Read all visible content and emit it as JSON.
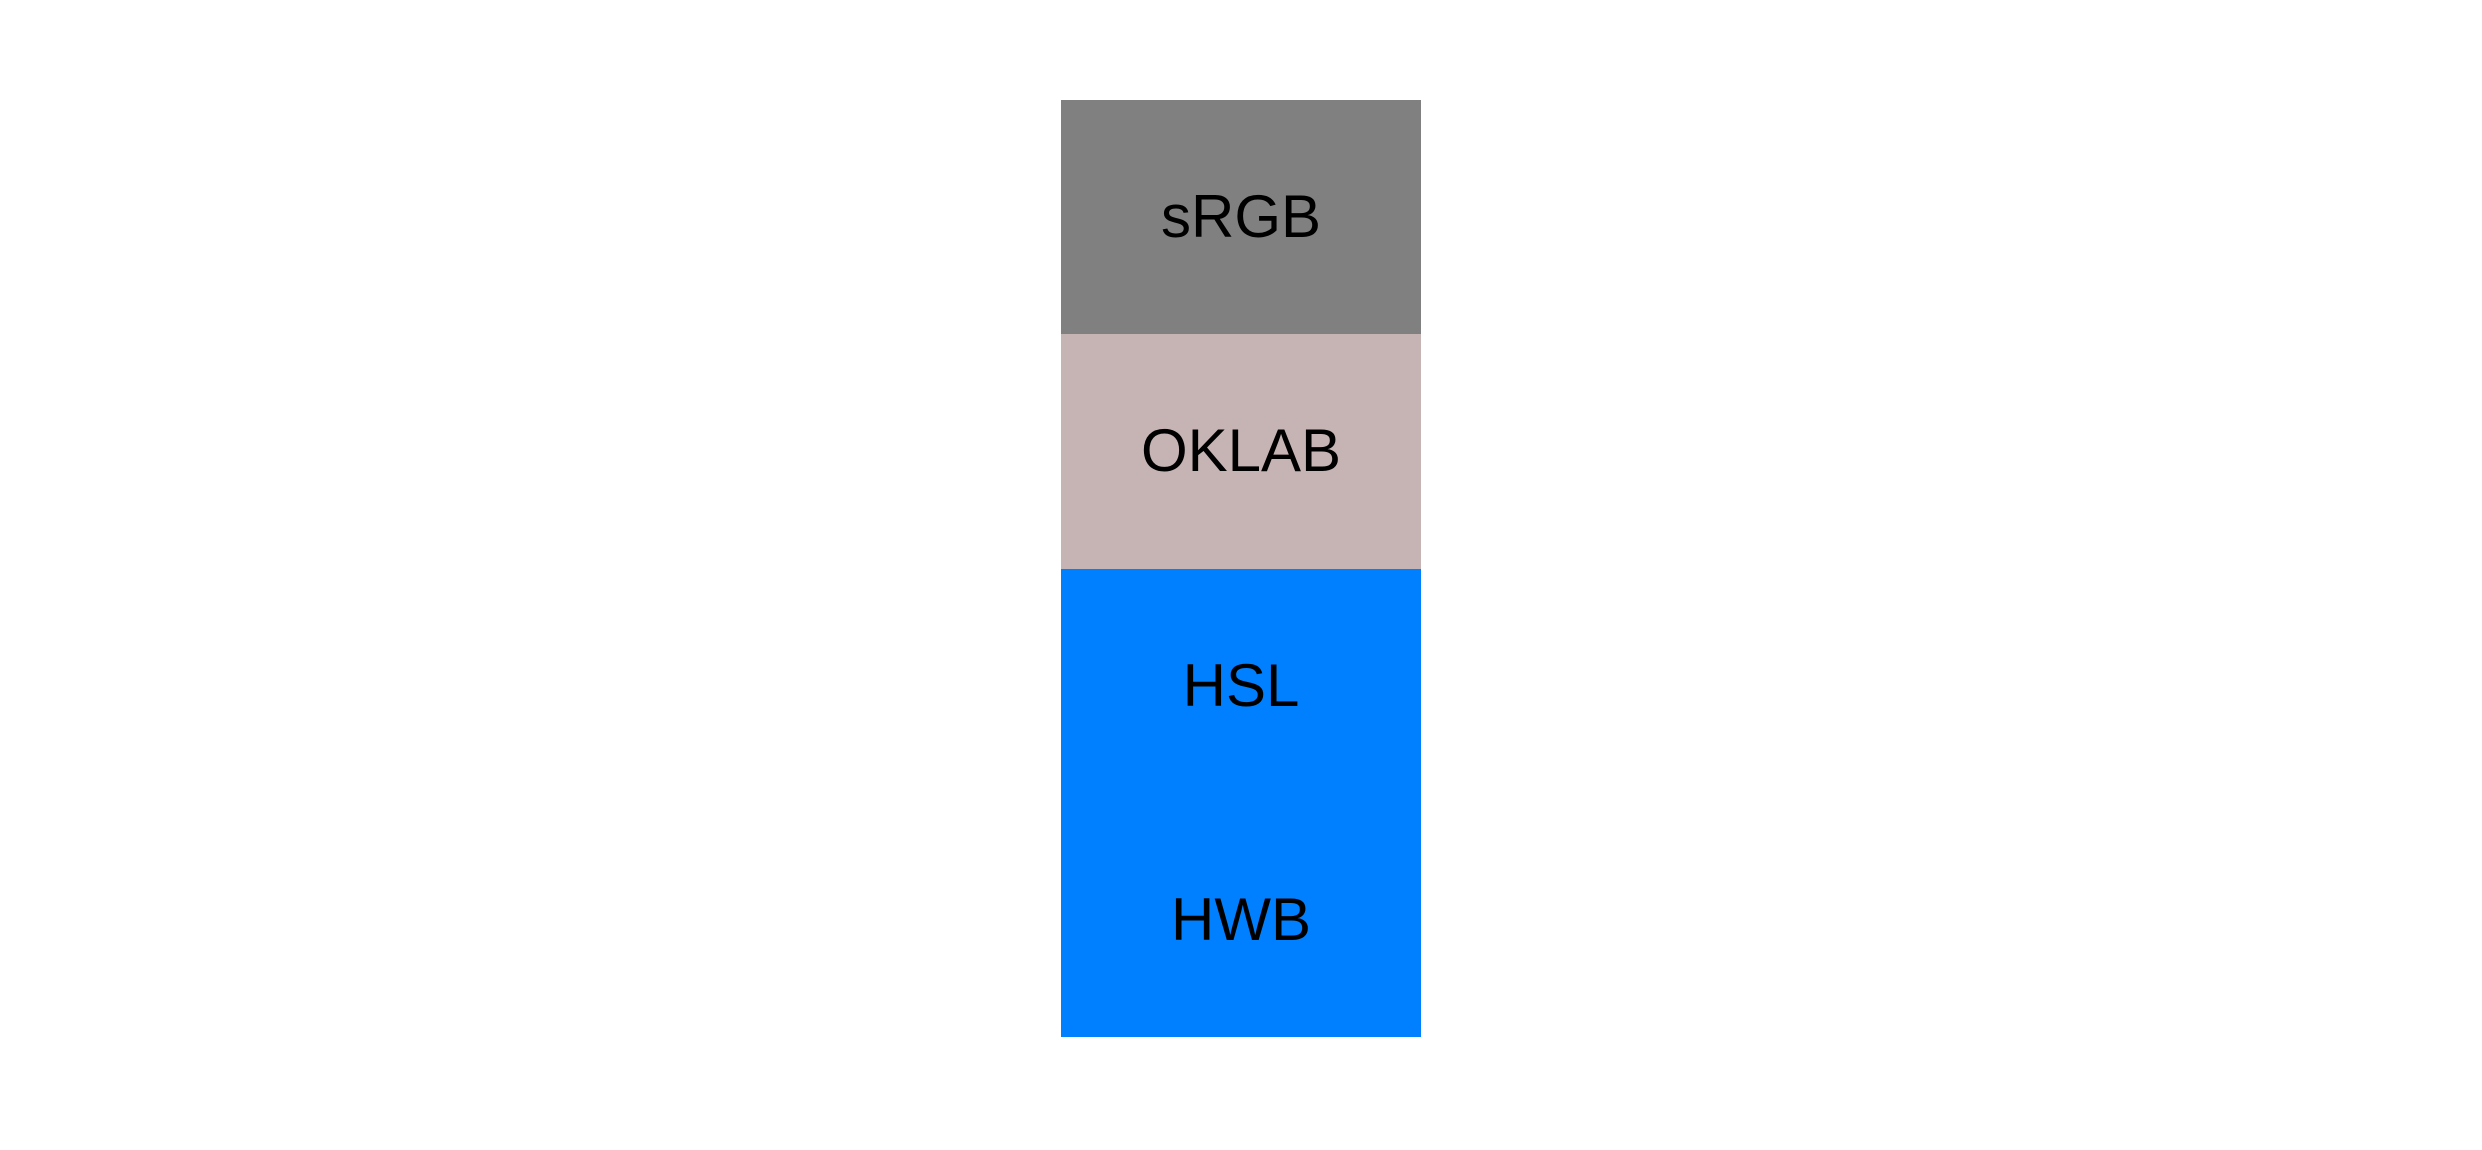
{
  "figure": {
    "background": "#ffffff",
    "text_color": "#000000",
    "description_blocks_order": [
      "sRGB",
      "OKLAB",
      "HSL",
      "HWB"
    ],
    "blocks": [
      {
        "label": "sRGB",
        "color": "#808080"
      },
      {
        "label": "OKLAB",
        "color": "#C6B4B4"
      },
      {
        "label": "HSL",
        "color": "#0080FF"
      },
      {
        "label": "HWB",
        "color": "#0080FF"
      }
    ]
  }
}
